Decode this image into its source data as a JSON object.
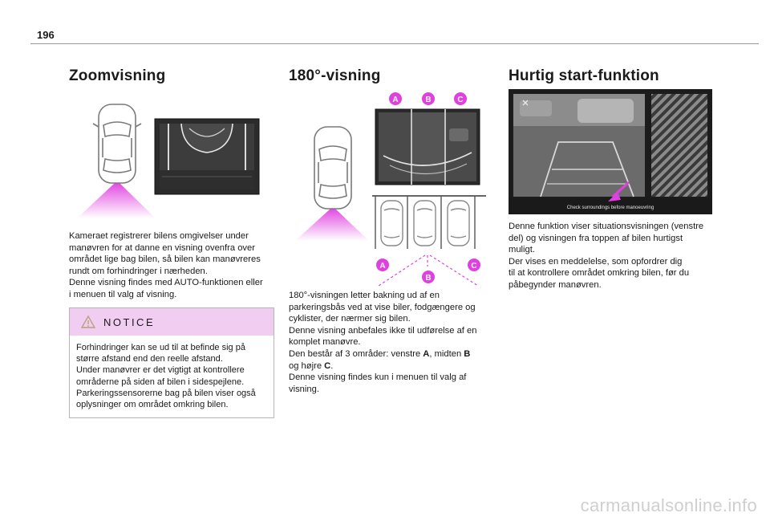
{
  "page": {
    "number": "196"
  },
  "zoom": {
    "title": "Zoomvisning",
    "paragraphs": [
      "Kameraet registrerer bilens omgivelser under",
      "manøvren for at danne en visning ovenfra over",
      "området lige bag bilen, så bilen kan manøvreres",
      "rundt om forhindringer i nærheden.",
      "Denne visning findes med AUTO-funktionen eller",
      "i menuen til valg af visning."
    ]
  },
  "notice": {
    "title": "NOTICE",
    "lines": [
      "Forhindringer kan se ud til at befinde sig på",
      "større afstand end den reelle afstand.",
      "Under manøvrer er det vigtigt at kontrollere",
      "områderne på siden af bilen i sidespejlene.",
      "Parkeringssensorerne bag på bilen viser også",
      "oplysninger om området omkring bilen."
    ]
  },
  "view180": {
    "title": "180°-visning",
    "labels": {
      "a": "A",
      "b": "B",
      "c": "C"
    },
    "lines": [
      "180°-visningen letter bakning ud af en",
      "parkeringsbås ved at vise biler, fodgængere og",
      "cyklister, der nærmer sig bilen.",
      "Denne visning anbefales ikke til udførelse af en",
      "komplet manøvre."
    ],
    "areas_prefix": "Den består af 3 områder: venstre ",
    "areas_a": "A",
    "areas_mid": ", midten ",
    "areas_b": "B",
    "areas_line2_prefix": "og højre ",
    "areas_c": "C",
    "areas_end": ".",
    "tail_lines": [
      "Denne visning findes kun i menuen til valg af",
      "visning."
    ]
  },
  "quickstart": {
    "title": "Hurtig start-funktion",
    "screen_message": "Check surroundings before manoeuvring",
    "lines": [
      "Denne funktion viser situationsvisningen (venstre",
      "del) og visningen fra toppen af bilen hurtigst",
      "muligt.",
      "Der vises en meddelelse, som opfordrer dig",
      "til at kontrollere området omkring bilen, før du",
      "påbegynder manøvren."
    ]
  },
  "watermark": {
    "text": "carmanualsonline.info"
  },
  "colors": {
    "accent": "#e040e0",
    "notice_bg": "#f2cdf2"
  }
}
